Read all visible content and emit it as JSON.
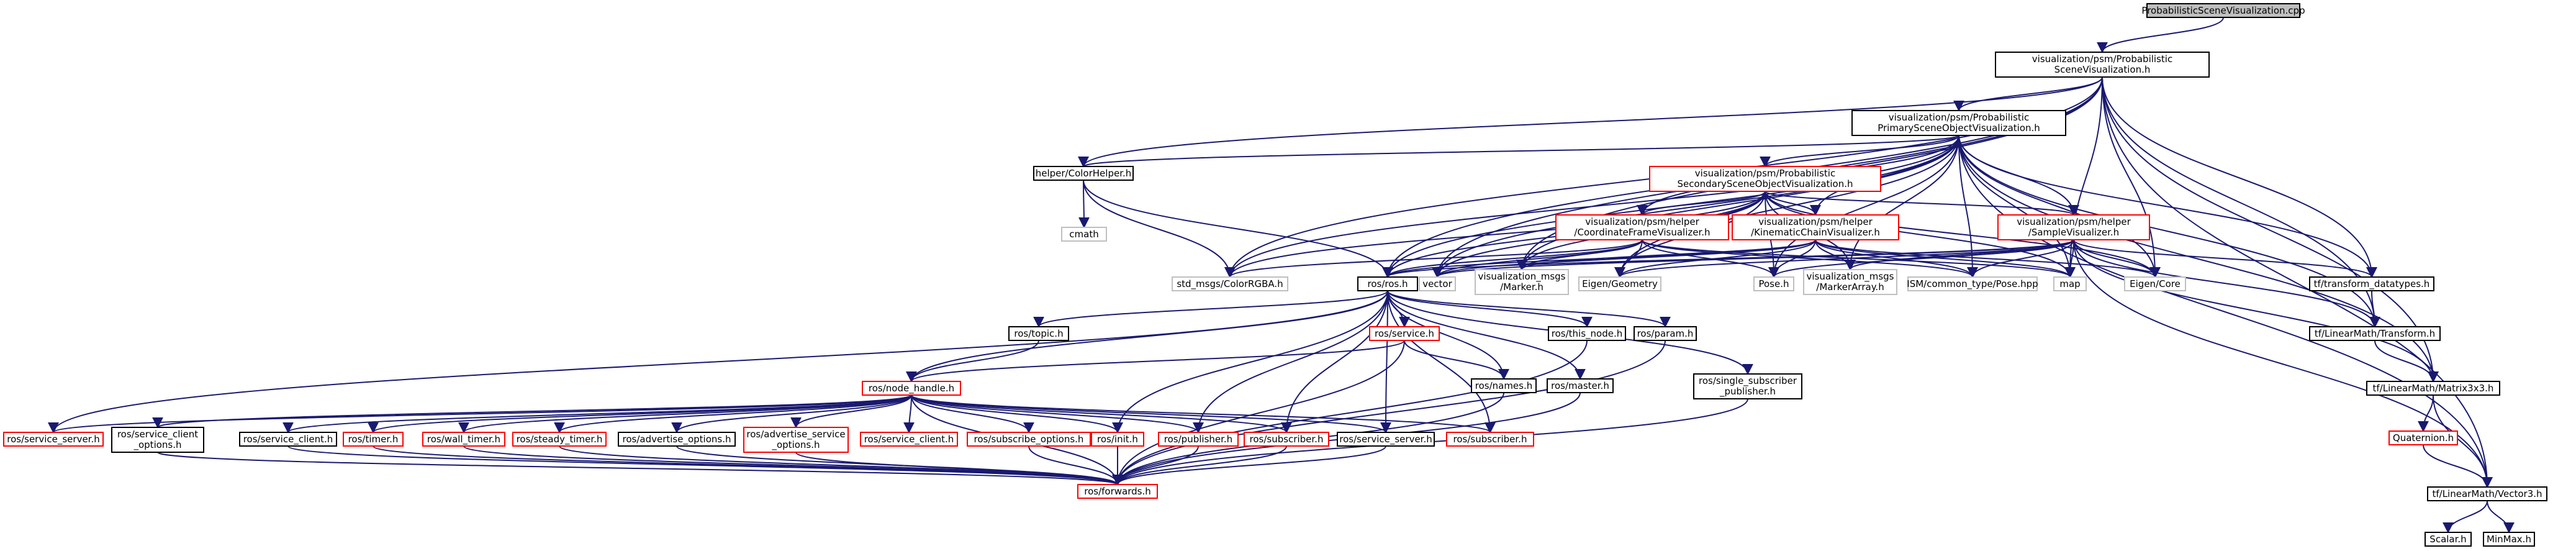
{
  "colors": {
    "edge": "#191970",
    "normal_border": "#000000",
    "missing_border": "#bfbfbf",
    "missing_text": "#000000",
    "red_border": "#ff0000",
    "root_fill": "#bfbfbf"
  },
  "nodes": [
    {
      "id": "root",
      "lines": [
        "ProbabilisticSceneVisualization.cpp"
      ],
      "style": "root"
    },
    {
      "id": "psv",
      "lines": [
        "visualization/psm/Probabilistic",
        "SceneVisualization.h"
      ],
      "style": "normal"
    },
    {
      "id": "ppsov",
      "lines": [
        "visualization/psm/Probabilistic",
        "PrimarySceneObjectVisualization.h"
      ],
      "style": "normal"
    },
    {
      "id": "pssov",
      "lines": [
        "visualization/psm/Probabilistic",
        "SecondarySceneObjectVisualization.h"
      ],
      "style": "red"
    },
    {
      "id": "colorhelper",
      "lines": [
        "helper/ColorHelper.h"
      ],
      "style": "normal"
    },
    {
      "id": "cmath",
      "lines": [
        "cmath"
      ],
      "style": "missing"
    },
    {
      "id": "cfv",
      "lines": [
        "visualization/psm/helper",
        "/CoordinateFrameVisualizer.h"
      ],
      "style": "red"
    },
    {
      "id": "kcv",
      "lines": [
        "visualization/psm/helper",
        "/KinematicChainVisualizer.h"
      ],
      "style": "red"
    },
    {
      "id": "sv",
      "lines": [
        "visualization/psm/helper",
        "/SampleVisualizer.h"
      ],
      "style": "red"
    },
    {
      "id": "colorrgba",
      "lines": [
        "std_msgs/ColorRGBA.h"
      ],
      "style": "missing"
    },
    {
      "id": "rosh",
      "lines": [
        "ros/ros.h"
      ],
      "style": "normal"
    },
    {
      "id": "vector",
      "lines": [
        "vector"
      ],
      "style": "missing"
    },
    {
      "id": "marker",
      "lines": [
        "visualization_msgs",
        "/Marker.h"
      ],
      "style": "missing"
    },
    {
      "id": "eigengeom",
      "lines": [
        "Eigen/Geometry"
      ],
      "style": "missing"
    },
    {
      "id": "poseh",
      "lines": [
        "Pose.h"
      ],
      "style": "missing"
    },
    {
      "id": "markerarray",
      "lines": [
        "visualization_msgs",
        "/MarkerArray.h"
      ],
      "style": "missing"
    },
    {
      "id": "ismpose",
      "lines": [
        "ISM/common_type/Pose.hpp"
      ],
      "style": "missing"
    },
    {
      "id": "map",
      "lines": [
        "map"
      ],
      "style": "missing"
    },
    {
      "id": "eigencore",
      "lines": [
        "Eigen/Core"
      ],
      "style": "missing"
    },
    {
      "id": "tfdt",
      "lines": [
        "tf/transform_datatypes.h"
      ],
      "style": "normal"
    },
    {
      "id": "tftransform",
      "lines": [
        "tf/LinearMath/Transform.h"
      ],
      "style": "normal"
    },
    {
      "id": "matrix3x3",
      "lines": [
        "tf/LinearMath/Matrix3x3.h"
      ],
      "style": "normal"
    },
    {
      "id": "quaternion",
      "lines": [
        "Quaternion.h"
      ],
      "style": "red"
    },
    {
      "id": "vector3",
      "lines": [
        "tf/LinearMath/Vector3.h"
      ],
      "style": "normal"
    },
    {
      "id": "scalar",
      "lines": [
        "Scalar.h"
      ],
      "style": "normal"
    },
    {
      "id": "minmax",
      "lines": [
        "MinMax.h"
      ],
      "style": "normal"
    },
    {
      "id": "topic",
      "lines": [
        "ros/topic.h"
      ],
      "style": "normal"
    },
    {
      "id": "servicehdr",
      "lines": [
        "ros/service.h"
      ],
      "style": "red"
    },
    {
      "id": "thisnode",
      "lines": [
        "ros/this_node.h"
      ],
      "style": "normal"
    },
    {
      "id": "param",
      "lines": [
        "ros/param.h"
      ],
      "style": "normal"
    },
    {
      "id": "singlesub",
      "lines": [
        "ros/single_subscriber",
        "_publisher.h"
      ],
      "style": "normal"
    },
    {
      "id": "nodehandle",
      "lines": [
        "ros/node_handle.h"
      ],
      "style": "red"
    },
    {
      "id": "names",
      "lines": [
        "ros/names.h"
      ],
      "style": "normal"
    },
    {
      "id": "master",
      "lines": [
        "ros/master.h"
      ],
      "style": "normal"
    },
    {
      "id": "serviceserver1",
      "lines": [
        "ros/service_server.h"
      ],
      "style": "red"
    },
    {
      "id": "sco",
      "lines": [
        "ros/service_client",
        "_options.h"
      ],
      "style": "normal"
    },
    {
      "id": "serviceclient1",
      "lines": [
        "ros/service_client.h"
      ],
      "style": "normal"
    },
    {
      "id": "timer",
      "lines": [
        "ros/timer.h"
      ],
      "style": "red"
    },
    {
      "id": "walltimer",
      "lines": [
        "ros/wall_timer.h"
      ],
      "style": "red"
    },
    {
      "id": "steadytimer",
      "lines": [
        "ros/steady_timer.h"
      ],
      "style": "red"
    },
    {
      "id": "advopts",
      "lines": [
        "ros/advertise_options.h"
      ],
      "style": "normal"
    },
    {
      "id": "advsvcopts",
      "lines": [
        "ros/advertise_service",
        "_options.h"
      ],
      "style": "red"
    },
    {
      "id": "serviceclient2",
      "lines": [
        "ros/service_client.h"
      ],
      "style": "red"
    },
    {
      "id": "subopts",
      "lines": [
        "ros/subscribe_options.h"
      ],
      "style": "red"
    },
    {
      "id": "init",
      "lines": [
        "ros/init.h"
      ],
      "style": "red"
    },
    {
      "id": "publisher",
      "lines": [
        "ros/publisher.h"
      ],
      "style": "red"
    },
    {
      "id": "subscriber1",
      "lines": [
        "ros/subscriber.h"
      ],
      "style": "red"
    },
    {
      "id": "serviceserver2",
      "lines": [
        "ros/service_server.h"
      ],
      "style": "normal"
    },
    {
      "id": "subscriber2",
      "lines": [
        "ros/subscriber.h"
      ],
      "style": "red"
    },
    {
      "id": "forwards",
      "lines": [
        "ros/forwards.h"
      ],
      "style": "red"
    }
  ],
  "edges": [
    [
      "root",
      "psv"
    ],
    [
      "psv",
      "ppsov"
    ],
    [
      "psv",
      "colorhelper"
    ],
    [
      "psv",
      "rosh"
    ],
    [
      "psv",
      "vector"
    ],
    [
      "psv",
      "marker"
    ],
    [
      "psv",
      "colorrgba"
    ],
    [
      "psv",
      "map"
    ],
    [
      "psv",
      "eigencore"
    ],
    [
      "psv",
      "tfdt"
    ],
    [
      "psv",
      "tftransform"
    ],
    [
      "psv",
      "matrix3x3"
    ],
    [
      "psv",
      "vector3"
    ],
    [
      "ppsov",
      "pssov"
    ],
    [
      "ppsov",
      "colorhelper"
    ],
    [
      "ppsov",
      "cfv"
    ],
    [
      "ppsov",
      "kcv"
    ],
    [
      "ppsov",
      "sv"
    ],
    [
      "ppsov",
      "rosh"
    ],
    [
      "ppsov",
      "colorrgba"
    ],
    [
      "ppsov",
      "vector"
    ],
    [
      "ppsov",
      "marker"
    ],
    [
      "ppsov",
      "eigengeom"
    ],
    [
      "ppsov",
      "poseh"
    ],
    [
      "ppsov",
      "markerarray"
    ],
    [
      "ppsov",
      "ismpose"
    ],
    [
      "ppsov",
      "map"
    ],
    [
      "ppsov",
      "eigencore"
    ],
    [
      "ppsov",
      "tfdt"
    ],
    [
      "ppsov",
      "tftransform"
    ],
    [
      "ppsov",
      "matrix3x3"
    ],
    [
      "ppsov",
      "vector3"
    ],
    [
      "pssov",
      "cfv"
    ],
    [
      "pssov",
      "kcv"
    ],
    [
      "pssov",
      "sv"
    ],
    [
      "pssov",
      "rosh"
    ],
    [
      "pssov",
      "colorrgba"
    ],
    [
      "pssov",
      "vector"
    ],
    [
      "pssov",
      "marker"
    ],
    [
      "pssov",
      "eigengeom"
    ],
    [
      "pssov",
      "poseh"
    ],
    [
      "pssov",
      "markerarray"
    ],
    [
      "pssov",
      "map"
    ],
    [
      "pssov",
      "eigencore"
    ],
    [
      "colorhelper",
      "cmath"
    ],
    [
      "colorhelper",
      "colorrgba"
    ],
    [
      "colorhelper",
      "rosh"
    ],
    [
      "cfv",
      "rosh"
    ],
    [
      "cfv",
      "colorrgba"
    ],
    [
      "cfv",
      "vector"
    ],
    [
      "cfv",
      "marker"
    ],
    [
      "cfv",
      "eigengeom"
    ],
    [
      "cfv",
      "poseh"
    ],
    [
      "cfv",
      "ismpose"
    ],
    [
      "cfv",
      "map"
    ],
    [
      "kcv",
      "rosh"
    ],
    [
      "kcv",
      "vector"
    ],
    [
      "kcv",
      "marker"
    ],
    [
      "kcv",
      "eigengeom"
    ],
    [
      "kcv",
      "poseh"
    ],
    [
      "kcv",
      "markerarray"
    ],
    [
      "kcv",
      "ismpose"
    ],
    [
      "kcv",
      "map"
    ],
    [
      "kcv",
      "eigencore"
    ],
    [
      "sv",
      "rosh"
    ],
    [
      "sv",
      "vector"
    ],
    [
      "sv",
      "eigengeom"
    ],
    [
      "sv",
      "poseh"
    ],
    [
      "sv",
      "markerarray"
    ],
    [
      "sv",
      "ismpose"
    ],
    [
      "sv",
      "map"
    ],
    [
      "sv",
      "eigencore"
    ],
    [
      "sv",
      "tfdt"
    ],
    [
      "sv",
      "tftransform"
    ],
    [
      "sv",
      "matrix3x3"
    ],
    [
      "sv",
      "vector3"
    ],
    [
      "tfdt",
      "tftransform"
    ],
    [
      "tftransform",
      "matrix3x3"
    ],
    [
      "matrix3x3",
      "quaternion"
    ],
    [
      "matrix3x3",
      "vector3"
    ],
    [
      "quaternion",
      "vector3"
    ],
    [
      "vector3",
      "scalar"
    ],
    [
      "vector3",
      "minmax"
    ],
    [
      "rosh",
      "topic"
    ],
    [
      "rosh",
      "servicehdr"
    ],
    [
      "rosh",
      "thisnode"
    ],
    [
      "rosh",
      "param"
    ],
    [
      "rosh",
      "singlesub"
    ],
    [
      "rosh",
      "nodehandle"
    ],
    [
      "rosh",
      "names"
    ],
    [
      "rosh",
      "master"
    ],
    [
      "rosh",
      "serviceserver1"
    ],
    [
      "rosh",
      "init"
    ],
    [
      "rosh",
      "publisher"
    ],
    [
      "rosh",
      "subscriber1"
    ],
    [
      "rosh",
      "serviceserver2"
    ],
    [
      "rosh",
      "subscriber2"
    ],
    [
      "topic",
      "nodehandle"
    ],
    [
      "servicehdr",
      "nodehandle"
    ],
    [
      "servicehdr",
      "names"
    ],
    [
      "servicehdr",
      "forwards"
    ],
    [
      "nodehandle",
      "serviceserver1"
    ],
    [
      "nodehandle",
      "sco"
    ],
    [
      "nodehandle",
      "serviceclient1"
    ],
    [
      "nodehandle",
      "timer"
    ],
    [
      "nodehandle",
      "walltimer"
    ],
    [
      "nodehandle",
      "steadytimer"
    ],
    [
      "nodehandle",
      "advopts"
    ],
    [
      "nodehandle",
      "advsvcopts"
    ],
    [
      "nodehandle",
      "serviceclient2"
    ],
    [
      "nodehandle",
      "subopts"
    ],
    [
      "nodehandle",
      "init"
    ],
    [
      "nodehandle",
      "publisher"
    ],
    [
      "nodehandle",
      "subscriber1"
    ],
    [
      "nodehandle",
      "serviceserver2"
    ],
    [
      "nodehandle",
      "subscriber2"
    ],
    [
      "nodehandle",
      "forwards"
    ],
    [
      "sco",
      "forwards"
    ],
    [
      "serviceclient1",
      "forwards"
    ],
    [
      "timer",
      "forwards"
    ],
    [
      "walltimer",
      "forwards"
    ],
    [
      "steadytimer",
      "forwards"
    ],
    [
      "advopts",
      "forwards"
    ],
    [
      "advsvcopts",
      "forwards"
    ],
    [
      "subopts",
      "forwards"
    ],
    [
      "init",
      "forwards"
    ],
    [
      "publisher",
      "forwards"
    ],
    [
      "subscriber1",
      "forwards"
    ],
    [
      "serviceserver2",
      "forwards"
    ],
    [
      "names",
      "forwards"
    ],
    [
      "master",
      "forwards"
    ],
    [
      "thisnode",
      "forwards"
    ],
    [
      "param",
      "forwards"
    ],
    [
      "singlesub",
      "forwards"
    ]
  ]
}
